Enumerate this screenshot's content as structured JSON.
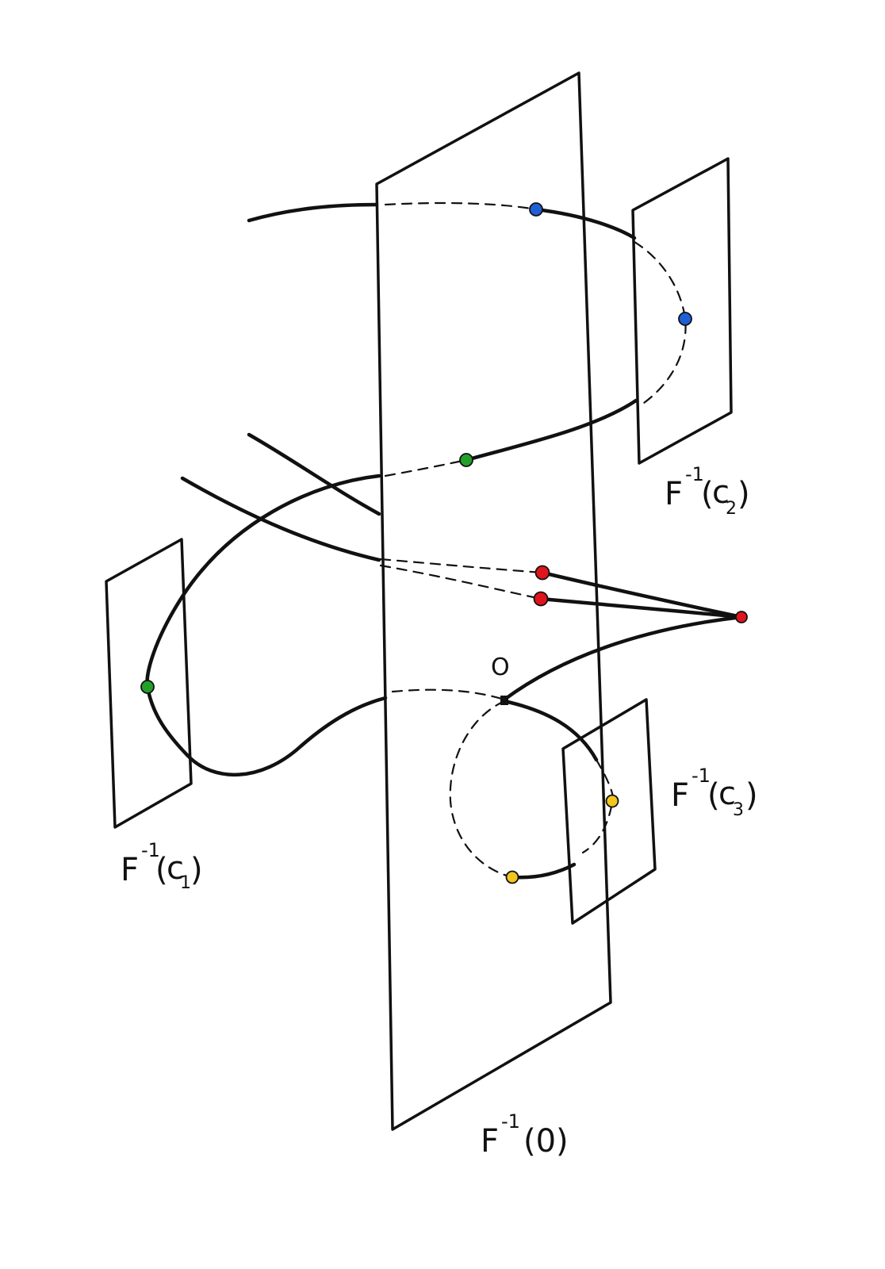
{
  "labels": {
    "c1": {
      "prefix": "F",
      "sup": "-1",
      "paren_open": "(",
      "var": "c",
      "sub": "1",
      "paren_close": ")"
    },
    "c2": {
      "prefix": "F",
      "sup": "-1",
      "paren_open": "(",
      "var": "c",
      "sub": "2",
      "paren_close": ")"
    },
    "c3": {
      "prefix": "F",
      "sup": "-1",
      "paren_open": "(",
      "var": "c",
      "sub": "3",
      "paren_close": ")"
    },
    "zero": {
      "prefix": "F",
      "sup": "-1",
      "arg": "(0)"
    },
    "origin": "O"
  },
  "colors": {
    "blue": "#1f5fd6",
    "green": "#22a02a",
    "red": "#e0141c",
    "yellow": "#f2c61c",
    "ink": "#111111",
    "plane_fill": "#e3e3e3",
    "plane_shade": "#6a6a6a"
  }
}
